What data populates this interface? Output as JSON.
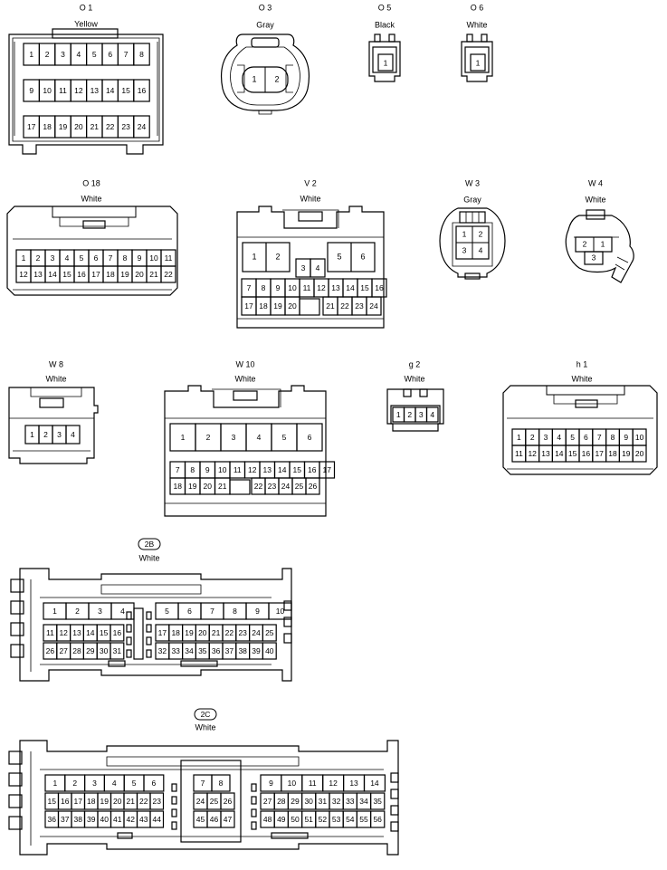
{
  "connectors": [
    {
      "id": "O1",
      "name": "O 1",
      "color": "Yellow"
    },
    {
      "id": "O3",
      "name": "O 3",
      "color": "Gray"
    },
    {
      "id": "O5",
      "name": "O 5",
      "color": "Black"
    },
    {
      "id": "O6",
      "name": "O 6",
      "color": "White"
    },
    {
      "id": "O18",
      "name": "O 18",
      "color": "White"
    },
    {
      "id": "V2",
      "name": "V 2",
      "color": "White"
    },
    {
      "id": "W3",
      "name": "W 3",
      "color": "Gray"
    },
    {
      "id": "W4",
      "name": "W 4",
      "color": "White"
    },
    {
      "id": "W8",
      "name": "W 8",
      "color": "White"
    },
    {
      "id": "W10",
      "name": "W 10",
      "color": "White"
    },
    {
      "id": "g2",
      "name": "g 2",
      "color": "White"
    },
    {
      "id": "h1",
      "name": "h 1",
      "color": "White"
    },
    {
      "id": "2B",
      "name": "2B",
      "color": "White"
    },
    {
      "id": "2C",
      "name": "2C",
      "color": "White"
    }
  ],
  "pin_counts": {
    "O1": 24,
    "O3": 2,
    "O5": 1,
    "O6": 1,
    "O18": 22,
    "V2": 24,
    "W3": 4,
    "W4": 3,
    "W8": 4,
    "W10": 26,
    "g2": 4,
    "h1": 20,
    "2B": 40,
    "2C": 56
  }
}
